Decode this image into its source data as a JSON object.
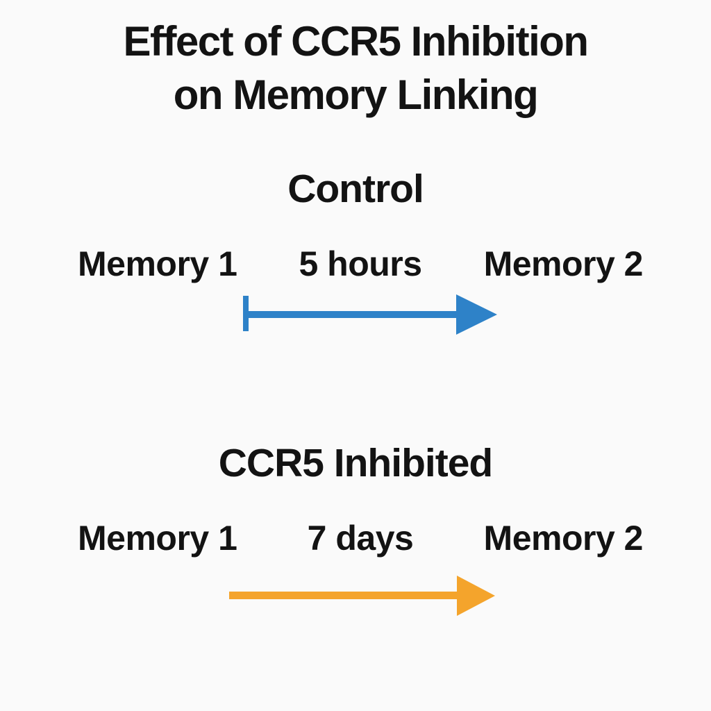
{
  "title": {
    "line1": "Effect of CCR5 Inhibition",
    "line2": "on Memory Linking"
  },
  "sections": [
    {
      "heading": "Control",
      "start_label": "Memory 1",
      "interval_label": "5 hours",
      "end_label": "Memory 2",
      "arrow_color": "#2E82C8",
      "arrow_style": "tick-start-right-head"
    },
    {
      "heading": "CCR5 Inhibited",
      "start_label": "Memory 1",
      "interval_label": "7 days",
      "end_label": "Memory 2",
      "arrow_color": "#F4A42C",
      "arrow_style": "plain-right-head"
    }
  ],
  "colors": {
    "background": "#FAFAFA",
    "text": "#131313",
    "control_arrow": "#2E82C8",
    "inhibited_arrow": "#F4A42C"
  }
}
